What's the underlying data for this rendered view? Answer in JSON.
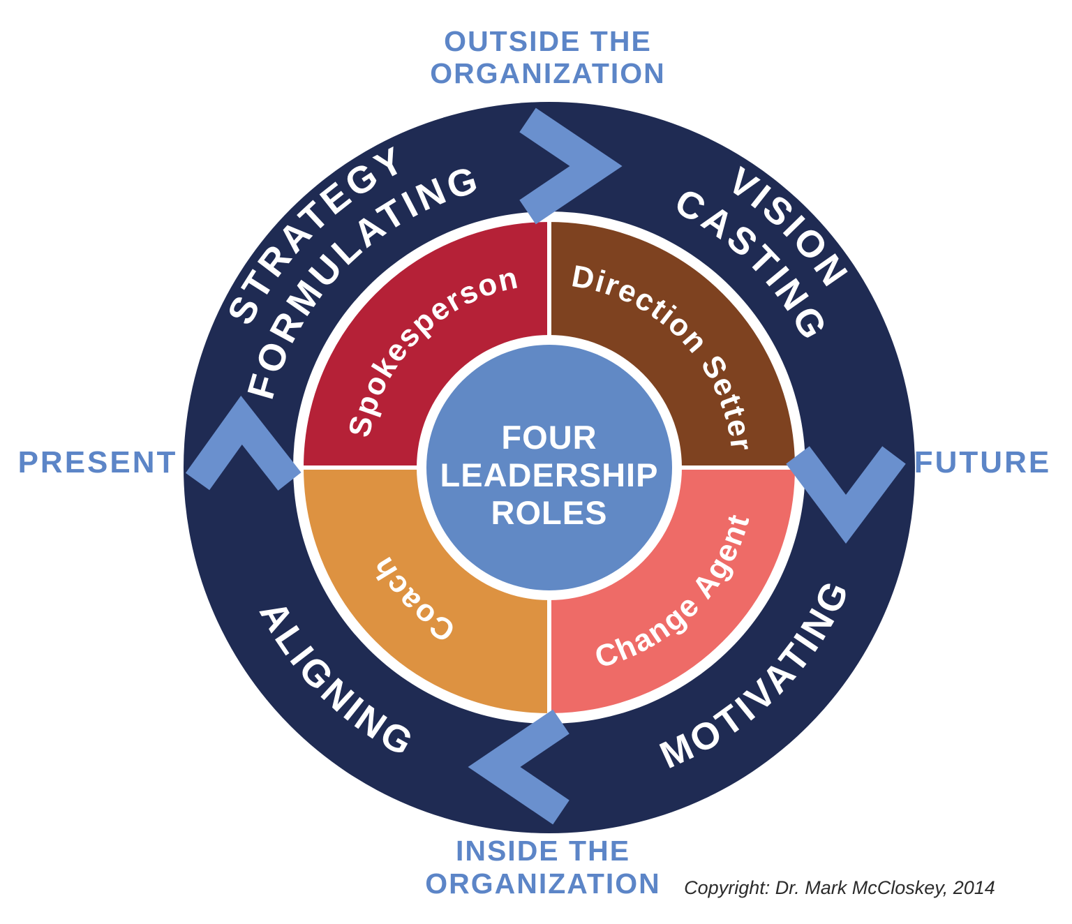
{
  "diagram": {
    "center": {
      "line1": "FOUR",
      "line2": "LEADERSHIP",
      "line3": "ROLES"
    },
    "quadrants": {
      "top_left": "Spokesperson",
      "top_right": "Direction Setter",
      "bottom_right": "Change Agent",
      "bottom_left": "Coach"
    },
    "outer_ring": {
      "top_left_line1": "STRATEGY",
      "top_left_line2": "FORMULATING",
      "top_right_line1": "VISION",
      "top_right_line2": "CASTING",
      "bottom_left": "ALIGNING",
      "bottom_right": "MOTIVATING"
    },
    "context_labels": {
      "top_line1": "OUTSIDE THE",
      "top_line2": "ORGANIZATION",
      "right": "FUTURE",
      "bottom_line1": "INSIDE THE",
      "bottom_line2": "ORGANIZATION",
      "left": "PRESENT"
    },
    "copyright": "Copyright: Dr. Mark McCloskey, 2014",
    "colors": {
      "navy": "#1F2B53",
      "gap_white": "#FFFFFF",
      "quadrant_red": "#B52137",
      "quadrant_brown": "#7E4220",
      "quadrant_orange": "#DD9241",
      "quadrant_salmon": "#EE6B67",
      "center_blue": "#6189C5",
      "chevron_blue": "#6A90CE",
      "label_blue": "#5C85C7",
      "copyright_gray": "#2B2B2B"
    }
  }
}
